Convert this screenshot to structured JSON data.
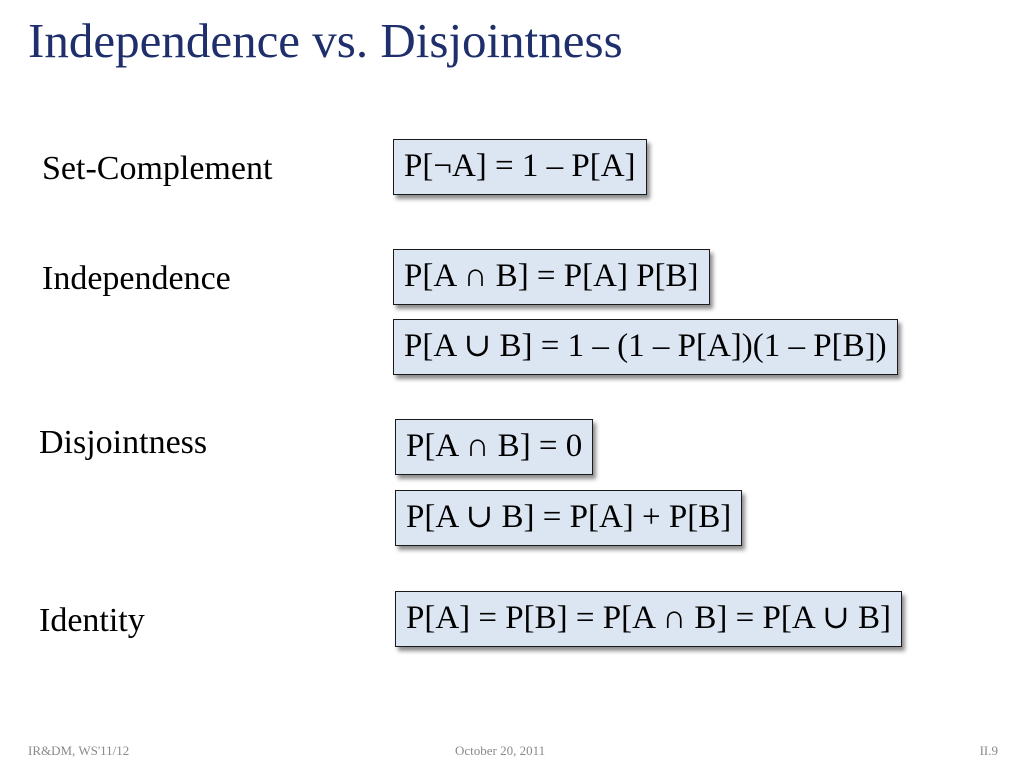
{
  "slide": {
    "title": "Independence vs. Disjointness"
  },
  "rows": {
    "set_complement": {
      "label": "Set-Complement",
      "formulas": [
        "P[¬A] = 1 – P[A]"
      ]
    },
    "independence": {
      "label": "Independence",
      "formulas": [
        "P[A ∩ B] = P[A] P[B]",
        "P[A ∪ B] = 1 – (1 – P[A])(1 – P[B])"
      ]
    },
    "disjointness": {
      "label": "Disjointness",
      "formulas": [
        "P[A ∩ B] = 0",
        "P[A ∪ B] = P[A] + P[B]"
      ]
    },
    "identity": {
      "label": "Identity",
      "formulas": [
        "P[A] = P[B] = P[A ∩ B] = P[A ∪ B]"
      ]
    }
  },
  "footer": {
    "left": "IR&DM, WS'11/12",
    "center": "October 20, 2011",
    "right": "II.9"
  },
  "colors": {
    "title": "#1f2f6b",
    "formula_box_fill": "#dce6f2",
    "formula_box_border": "#1a1a1a",
    "footer_text": "#8a8a8a"
  }
}
